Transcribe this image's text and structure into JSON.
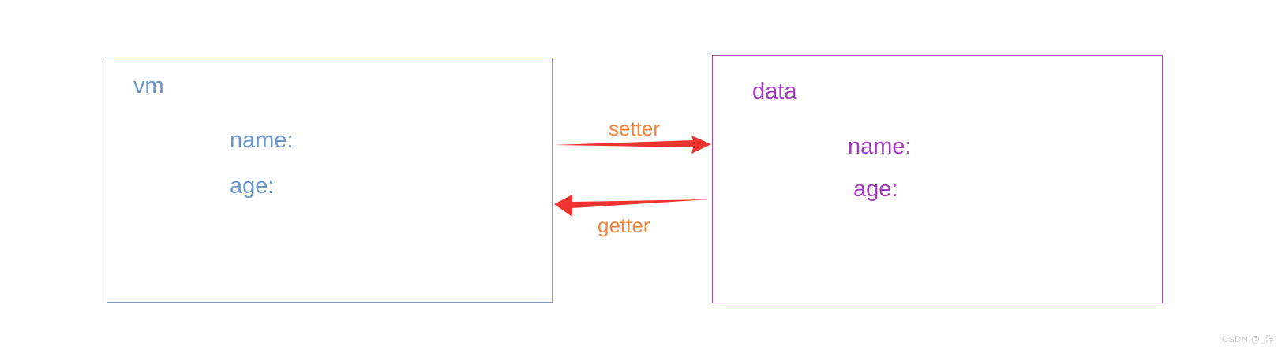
{
  "vm_box": {
    "title": "vm",
    "fields": {
      "name": "name:",
      "age": "age:"
    }
  },
  "data_box": {
    "title": "data",
    "fields": {
      "name": "name:",
      "age": "age:"
    }
  },
  "flow": {
    "setter_label": "setter",
    "getter_label": "getter"
  },
  "watermark": "CSDN @_洋",
  "colors": {
    "vm_border": "#7b9cc4",
    "vm_text": "#6c96ce",
    "data_border": "#a04fa8",
    "data_text": "#a23cbe",
    "arrow": "#ee3431",
    "flow_label": "#f0853f",
    "watermark": "#c7c7c7"
  }
}
